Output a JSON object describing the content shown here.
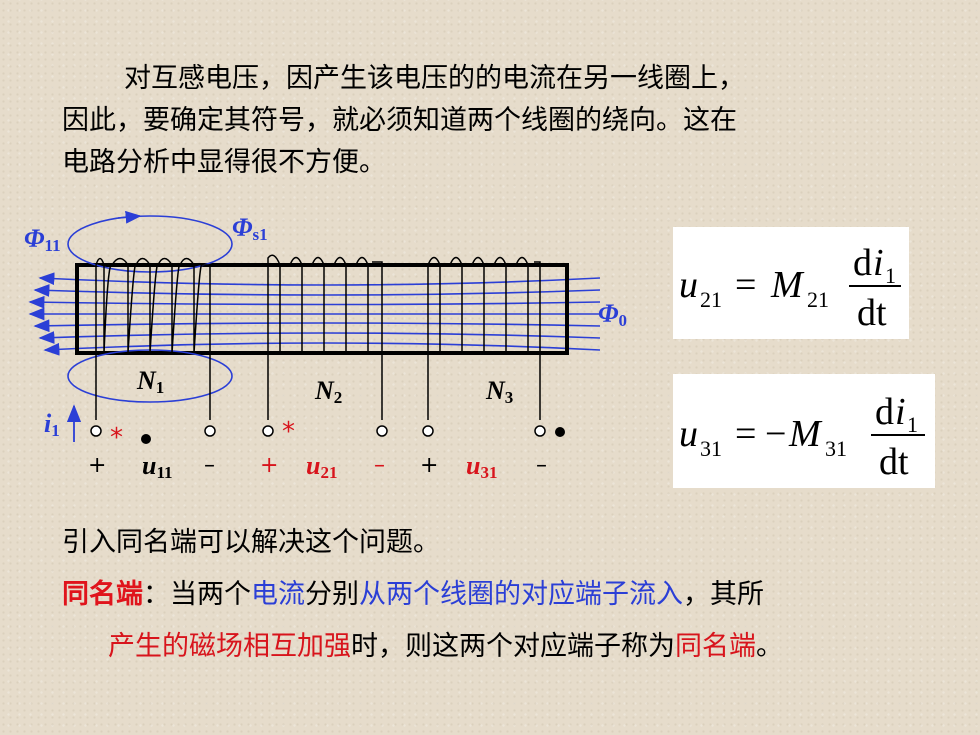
{
  "paragraph1": {
    "line1": "对互感电压，因产生该电压的的电流在另一线圈上，",
    "line2": "因此，要确定其符号，就必须知道两个线圈的绕向。这在",
    "line3": "电路分析中显得很不方便。"
  },
  "diagram": {
    "flux_11": "Φ",
    "flux_11_sub": "11",
    "flux_s1": "Φ",
    "flux_s1_sub": "s1",
    "flux_0": "Φ",
    "flux_0_sub": "0",
    "coil1": "N",
    "coil1_sub": "1",
    "coil2": "N",
    "coil2_sub": "2",
    "coil3": "N",
    "coil3_sub": "3",
    "current": "i",
    "current_sub": "1",
    "plus": "+",
    "minus": "–",
    "u11": "u",
    "u11_sub": "11",
    "u21": "u",
    "u21_sub": "21",
    "u31": "u",
    "u31_sub": "31",
    "star": "*"
  },
  "formula1": {
    "lhs": "u",
    "lhs_sub": "21",
    "eq": "=",
    "coef": "M",
    "coef_sub": "21",
    "num_d": "d",
    "num_var": "i",
    "num_sub": "1",
    "den": "dt"
  },
  "formula2": {
    "lhs": "u",
    "lhs_sub": "31",
    "eq": "=",
    "sign": "−",
    "coef": "M",
    "coef_sub": "31",
    "num_d": "d",
    "num_var": "i",
    "num_sub": "1",
    "den": "dt"
  },
  "paragraph2": "引入同名端可以解决这个问题。",
  "definition": {
    "term": "同名端",
    "colon": "：当两个",
    "current": "电流",
    "separately": "分别",
    "flow_in": "从两个线圈的对应端子流入",
    "tail": "，其所",
    "produced": "产生的磁场相互加强",
    "then": "时，则这两个对应端子称为",
    "term2": "同名端",
    "period": "。"
  },
  "colors": {
    "blue": "#2b3fd6",
    "red": "#d8141c",
    "background": "#e6dccb"
  }
}
